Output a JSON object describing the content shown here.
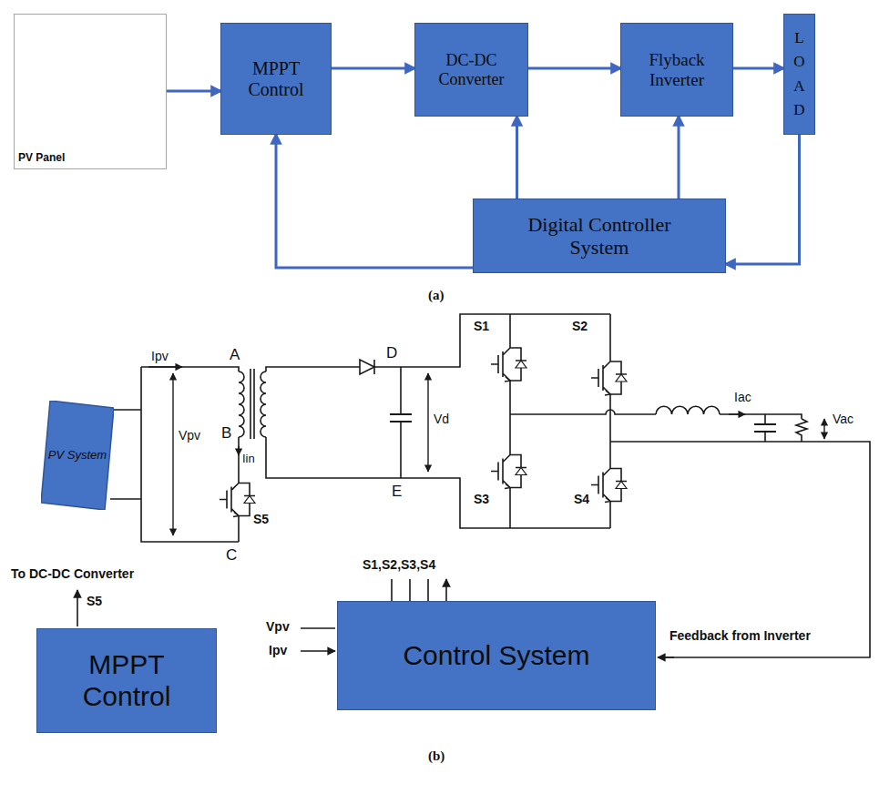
{
  "diagram": {
    "nodes": [
      {
        "text": [
          "PV Panel"
        ]
      },
      {
        "text": [
          "MPPT Control"
        ]
      },
      {
        "text": [
          "DC-DC Converter"
        ]
      },
      {
        "text": [
          "Flyback Inverter"
        ]
      },
      {
        "text": [
          "L O A D"
        ]
      },
      {
        "text": [
          "Digital Controller System"
        ]
      },
      {
        "text": [
          "PV System"
        ]
      },
      {
        "text": [
          "MPPT Control"
        ]
      },
      {
        "text": [
          "Control System"
        ]
      }
    ],
    "edges": [
      {
        "from": 0,
        "to": 1,
        "arrow": "to"
      },
      {
        "from": 1,
        "to": 2,
        "arrow": "to"
      },
      {
        "from": 2,
        "to": 3,
        "arrow": "to"
      },
      {
        "from": 3,
        "to": 4,
        "arrow": "to"
      },
      {
        "from": 5,
        "to": 2,
        "arrow": "to"
      },
      {
        "from": 5,
        "to": 3,
        "arrow": "to"
      },
      {
        "from": 4,
        "to": 5,
        "arrow": "to"
      },
      {
        "from": 5,
        "to": 1,
        "arrow": "to"
      }
    ],
    "labels": [
      "(a)",
      "Ipv",
      "A",
      "Vpv",
      "B",
      "Iin",
      "S5",
      "C",
      "D",
      "E",
      "Vd",
      "S1",
      "S2",
      "S3",
      "S4",
      "Iac",
      "Vac",
      "To DC-DC Converter",
      "S5",
      "S1,S2,S3,S4",
      "Vpv",
      "Ipv",
      "Feedback from Inverter",
      "(b)"
    ]
  }
}
